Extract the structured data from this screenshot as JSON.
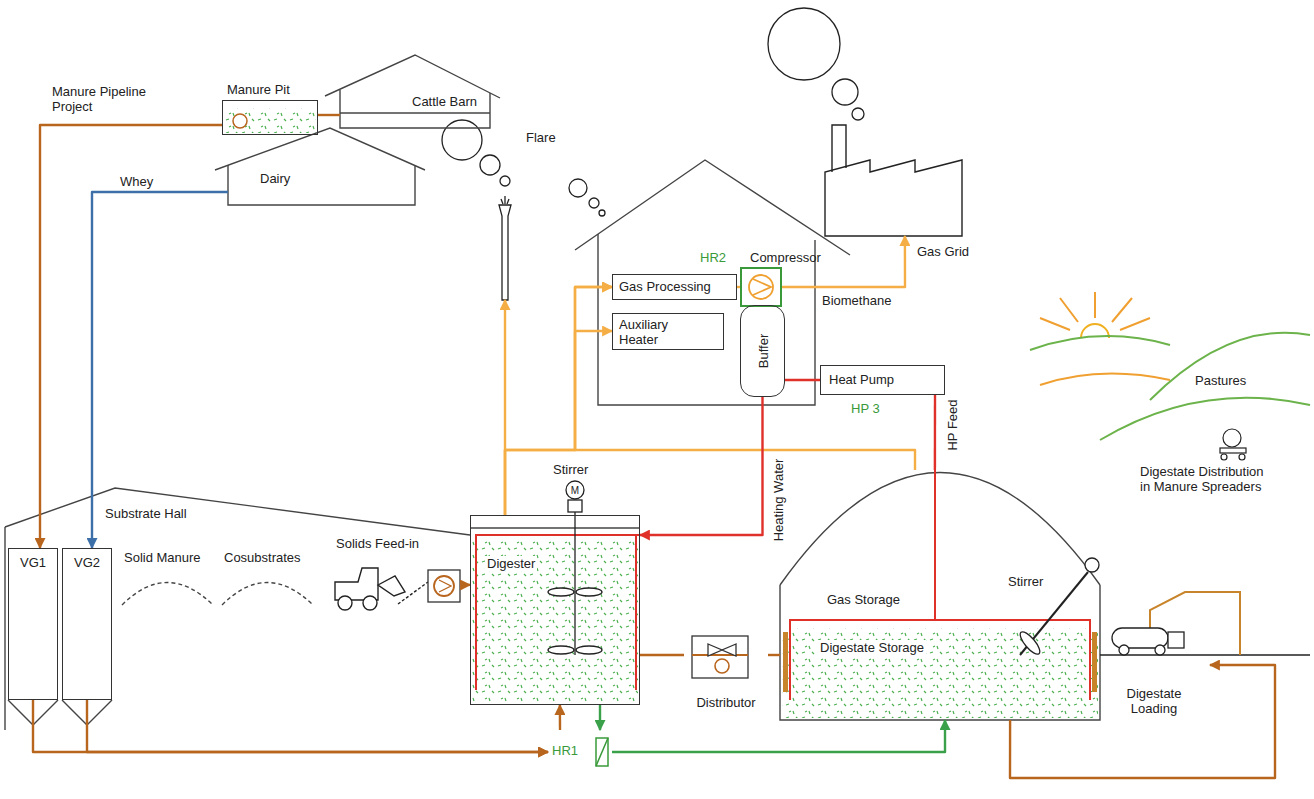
{
  "diagram": {
    "nodes": [
      {
        "text": [
          "Flare"
        ]
      },
      {
        "text": [
          "Gas Grid"
        ]
      },
      {
        "text": [
          "Manure Pit"
        ]
      },
      {
        "text": [
          "Cattle Barn"
        ]
      },
      {
        "text": [
          "Gas Processing"
        ]
      },
      {
        "text": [
          "HR2",
          "Compressor"
        ]
      },
      {
        "text": [
          "Auxiliary Heater"
        ]
      },
      {
        "text": [
          "Buffer"
        ]
      },
      {
        "text": [
          "Heat Pump",
          "HP 3"
        ]
      },
      {
        "text": [
          "Dairy"
        ]
      },
      {
        "text": [
          "Substrate Hall"
        ]
      },
      {
        "text": [
          "VG1"
        ],
        "in": 10
      },
      {
        "text": [
          "VG2"
        ],
        "in": 10
      },
      {
        "text": [
          "Solid Manure"
        ],
        "in": 10
      },
      {
        "text": [
          "Cosubstrates"
        ],
        "in": 10
      },
      {
        "text": [
          "Solids Feed-in"
        ]
      },
      {
        "text": [
          "Digester"
        ]
      },
      {
        "text": [
          "Distributor"
        ]
      },
      {
        "text": [
          "Gas Storage",
          "Digestate Storage"
        ]
      },
      {
        "text": [
          "Digestate Loading"
        ]
      },
      {
        "text": [
          "HR1"
        ]
      }
    ],
    "edges": [
      {
        "from": 5,
        "to": 1,
        "arrow": "to",
        "label": "Biomethane"
      },
      {
        "from": 3,
        "to": 2,
        "arrow": "none"
      },
      {
        "from": 2,
        "to": 11,
        "arrow": "to",
        "label": "Manure Pipeline Project"
      },
      {
        "from": 9,
        "to": 12,
        "arrow": "to",
        "label": "Whey"
      },
      {
        "from": 4,
        "to": 5,
        "arrow": "none"
      },
      {
        "from": 16,
        "to": 0,
        "arrow": "to"
      },
      {
        "from": 16,
        "to": 4,
        "arrow": "to"
      },
      {
        "from": 16,
        "to": 6,
        "arrow": "to"
      },
      {
        "from": 18,
        "to": 4,
        "arrow": "to"
      },
      {
        "from": 7,
        "to": 16,
        "arrow": "to",
        "label": "Heating Water"
      },
      {
        "from": 7,
        "to": 8,
        "arrow": "none"
      },
      {
        "from": 8,
        "to": 18,
        "arrow": "none",
        "label": "HP Feed"
      },
      {
        "from": 15,
        "to": 16,
        "arrow": "to"
      },
      {
        "from": 16,
        "to": 17,
        "arrow": "none"
      },
      {
        "from": 17,
        "to": 18,
        "arrow": "none"
      },
      {
        "from": 11,
        "to": 20,
        "arrow": "to"
      },
      {
        "from": 12,
        "to": 20,
        "arrow": "to"
      },
      {
        "from": 20,
        "to": 16,
        "arrow": "to"
      },
      {
        "from": 16,
        "to": 20,
        "arrow": "to"
      },
      {
        "from": 20,
        "to": 18,
        "arrow": "to"
      },
      {
        "from": 18,
        "to": 19,
        "arrow": "to"
      }
    ],
    "labels": [
      "Stirrer",
      "M",
      "Stirrer",
      "Pastures",
      "Digestate Distribution in Manure Spreaders"
    ]
  }
}
